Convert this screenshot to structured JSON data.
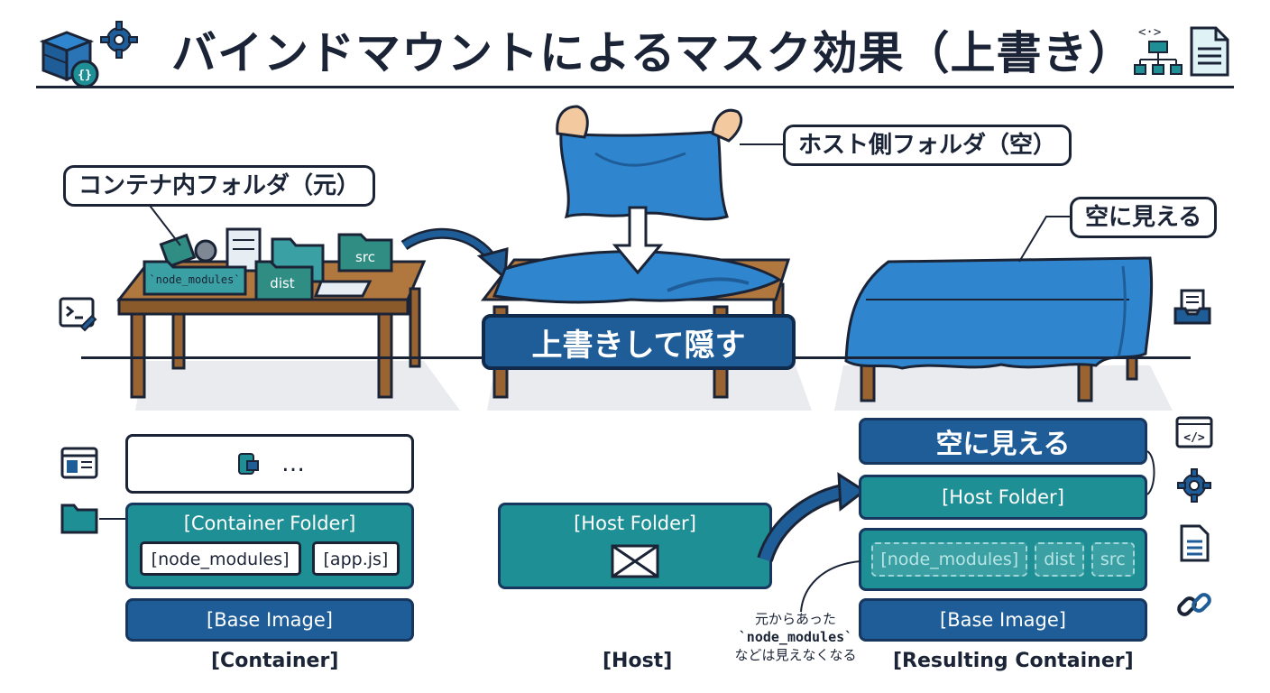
{
  "title": "バインドマウントによるマスク効果（上書き）",
  "callouts": {
    "container_folder_original": "コンテナ内フォルダ（元）",
    "host_folder_empty": "ホスト側フォルダ（空）",
    "looks_empty": "空に見える"
  },
  "scene": {
    "overwrite_hide": "上書きして隠す",
    "folder_labels": [
      "`node_modules`",
      "dist",
      "src"
    ]
  },
  "diagram_left": {
    "top_box": "…",
    "container_folder": "[Container Folder]",
    "chips": [
      "[node_modules]",
      "[app.js]"
    ],
    "base_image": "[Base Image]",
    "caption": "[Container]"
  },
  "diagram_middle": {
    "host_folder": "[Host Folder]",
    "caption": "[Host]"
  },
  "diagram_right": {
    "looks_empty": "空に見える",
    "host_folder": "[Host Folder]",
    "hidden_chips": [
      "[node_modules]",
      "dist",
      "src"
    ],
    "base_image": "[Base Image]",
    "caption": "[Resulting Container]"
  },
  "note_lines": [
    "元からあった",
    "`node_modules`",
    "などは見えなくなる"
  ],
  "colors": {
    "navy": "#1b2436",
    "teal": "#1f8f96",
    "blue": "#1f5d99",
    "cloth": "#2f86cf",
    "wood": "#9a6432"
  },
  "icons": [
    "server-cube-icon",
    "gear-icon",
    "sitemap-icon",
    "document-icon",
    "terminal-icon",
    "inbox-icon",
    "window-icon",
    "folder-icon",
    "code-icon",
    "settings-icon",
    "file-icon",
    "link-icon",
    "envelope-icon",
    "storage-icon"
  ]
}
